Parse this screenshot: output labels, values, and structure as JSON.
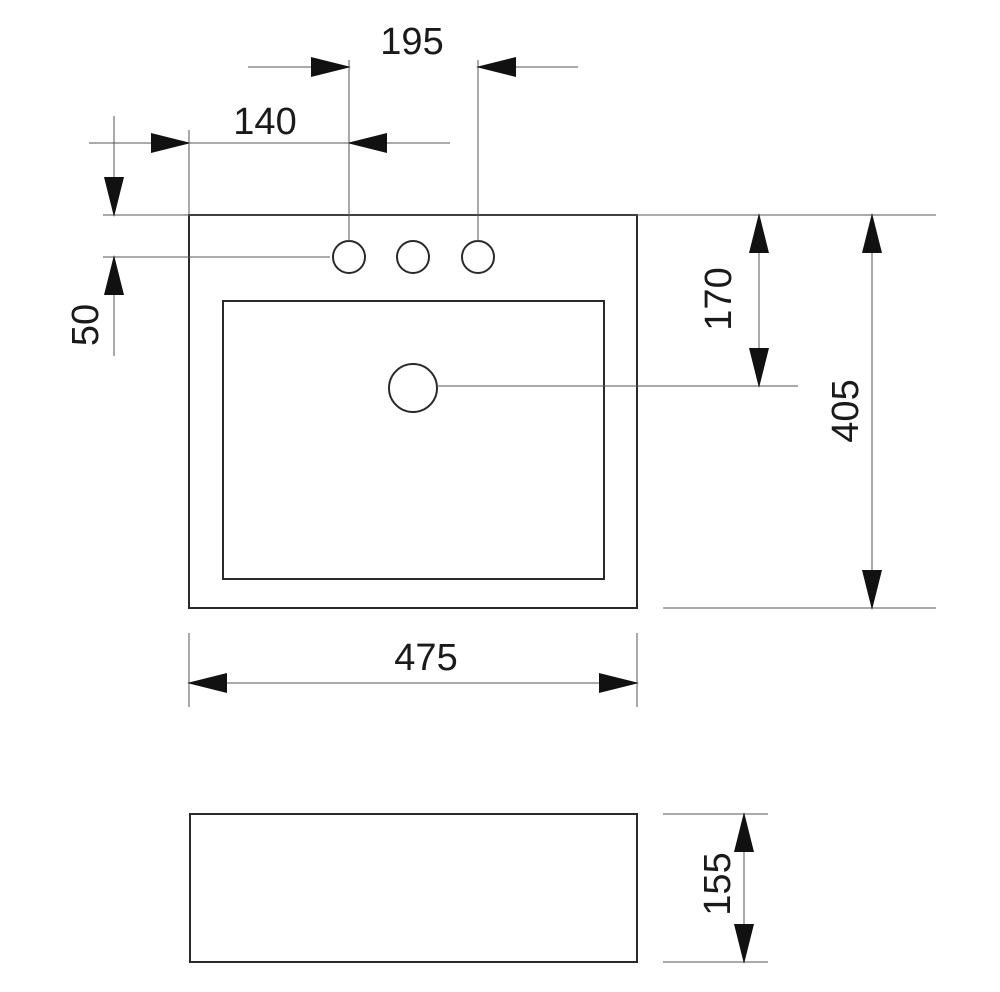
{
  "dimensions": {
    "faucet_spread": "195",
    "first_hole_offset": "140",
    "hole_row_offset": "50",
    "drain_offset": "170",
    "basin_depth": "405",
    "basin_width": "475",
    "basin_height": "155"
  },
  "colors": {
    "ink": "#1a1a1a",
    "outline": "#2a2a2a",
    "background": "#ffffff"
  }
}
